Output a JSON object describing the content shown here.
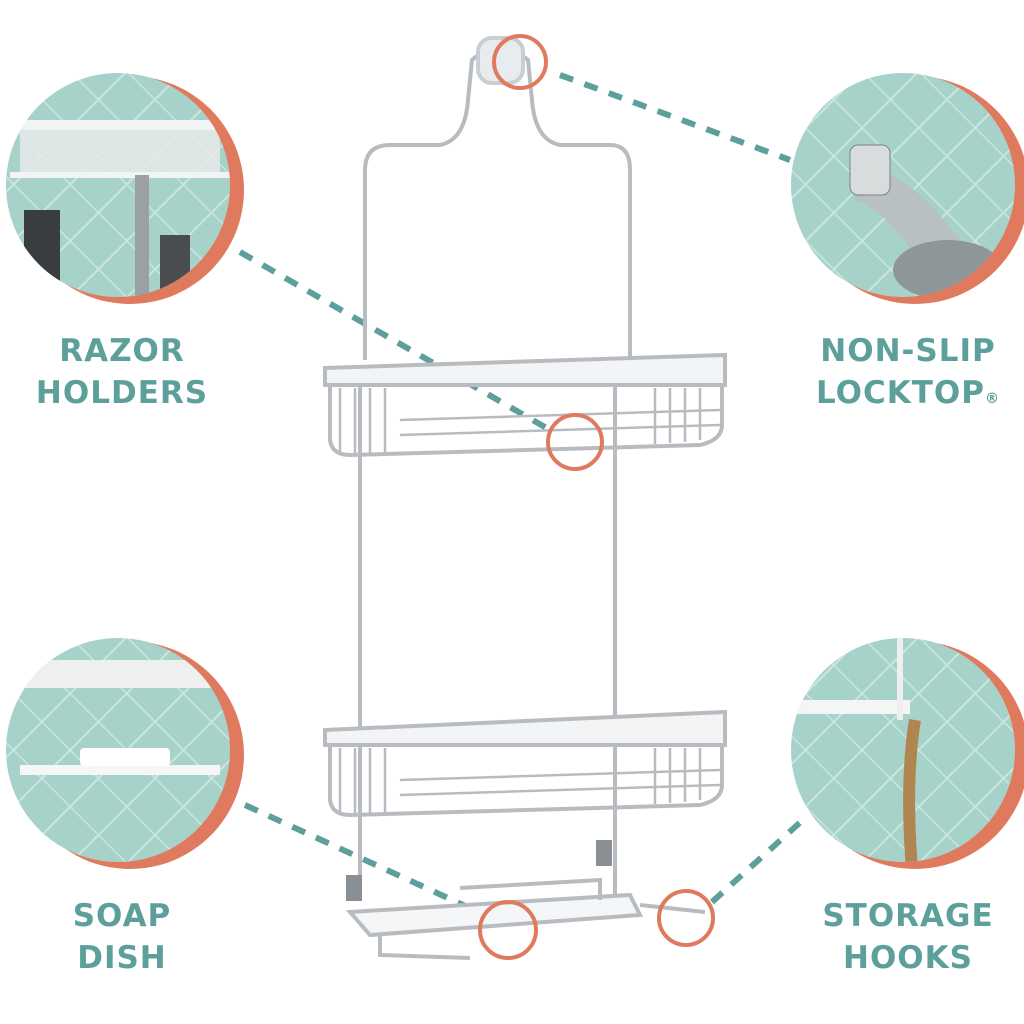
{
  "colors": {
    "teal": "#5c9f9b",
    "coral": "#e07a5f",
    "tile": "#a9d3cb",
    "wire": "#b8bcc0"
  },
  "features": [
    {
      "line1": "RAZOR",
      "line2": "HOLDERS",
      "mark": ""
    },
    {
      "line1": "NON-SLIP",
      "line2": "LOCKTOP",
      "mark": "®"
    },
    {
      "line1": "SOAP",
      "line2": "DISH",
      "mark": ""
    },
    {
      "line1": "STORAGE",
      "line2": "HOOKS",
      "mark": ""
    }
  ]
}
